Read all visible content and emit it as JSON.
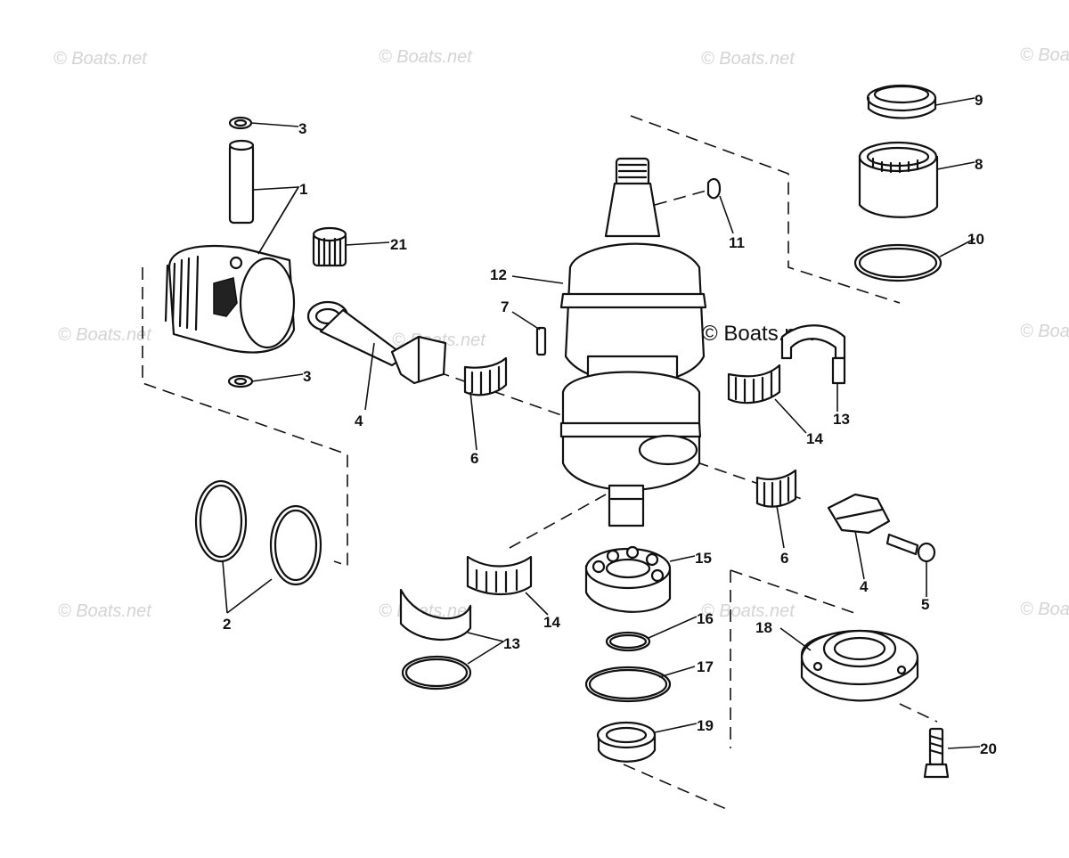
{
  "watermark": "© Boats.net",
  "callouts": {
    "p1": "1",
    "p2": "2",
    "p3a": "3",
    "p3b": "3",
    "p4a": "4",
    "p4b": "4",
    "p5": "5",
    "p6a": "6",
    "p6b": "6",
    "p7": "7",
    "p8": "8",
    "p9": "9",
    "p10": "10",
    "p11": "11",
    "p12": "12",
    "p13a": "13",
    "p13b": "13",
    "p14a": "14",
    "p14b": "14",
    "p15": "15",
    "p16": "16",
    "p17": "17",
    "p18": "18",
    "p19": "19",
    "p20": "20",
    "p21": "21"
  }
}
